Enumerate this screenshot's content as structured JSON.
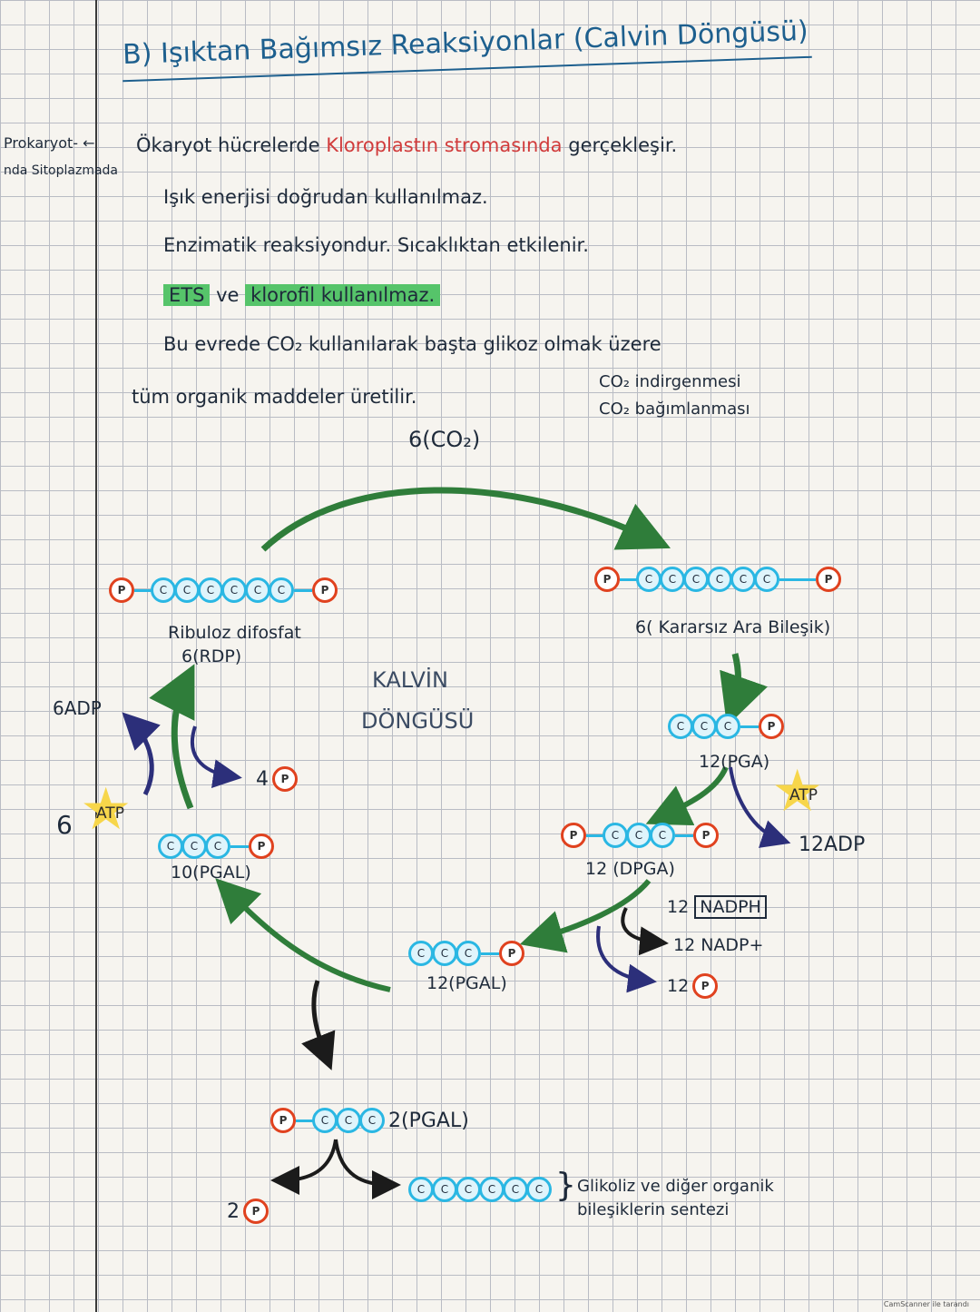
{
  "title": "B) Işıktan Bağımsız Reaksiyonlar (Calvin Döngüsü)",
  "margin_notes": {
    "line1": "Prokaryot- ←",
    "line2": "nda Sitoplazmada"
  },
  "intro": {
    "line1_prefix": "Ökaryot hücrelerde",
    "line1_red": "Kloroplastın stromasında",
    "line1_suffix": "gerçekleşir.",
    "line2": "Işık enerjisi doğrudan kullanılmaz.",
    "line3": "Enzimatik reaksiyondur. Sıcaklıktan etkilenir.",
    "line4_hl1": "ETS",
    "line4_mid": "ve",
    "line4_hl2": "klorofil kullanılmaz.",
    "line5": "Bu evrede CO₂ kullanılarak başta glikoz olmak üzere",
    "line6": "tüm organik maddeler üretilir.",
    "note1": "CO₂ indirgenmesi",
    "note2": "CO₂ bağımlanması"
  },
  "cycle": {
    "co2": "6(CO₂)",
    "rdp_label": "Ribuloz difosfat",
    "rdp_count": "6(RDP)",
    "center1": "KALVİN",
    "center2": "DÖNGÜSÜ",
    "unstable": "6( Kararsız Ara Bileşik)",
    "pga": "12(PGA)",
    "atp_right": "ATP",
    "adp_right": "12ADP",
    "dpga": "12 (DPGA)",
    "nadph": "NADPH",
    "nadph_num": "12",
    "nadp": "12 NADP+",
    "pi_12": "12",
    "pgal12": "12(PGAL)",
    "pgal10": "10(PGAL)",
    "pi_4": "4",
    "adp_left": "6ADP",
    "atp_left_num": "6",
    "atp_left": "ATP",
    "pgal2": "2(PGAL)",
    "pi_2": "2",
    "glucose_note1": "Glikoliz ve diğer organik",
    "glucose_note2": "bileşiklerin sentezi"
  },
  "molecule_text": {
    "p": "P",
    "c": "C"
  },
  "watermark": "CamScanner ile tarandı",
  "colors": {
    "green": "#2f7d3a",
    "navy": "#2c2f7a",
    "black": "#1b1b1b",
    "cyan": "#2ab7e3",
    "red": "#e0421f"
  }
}
